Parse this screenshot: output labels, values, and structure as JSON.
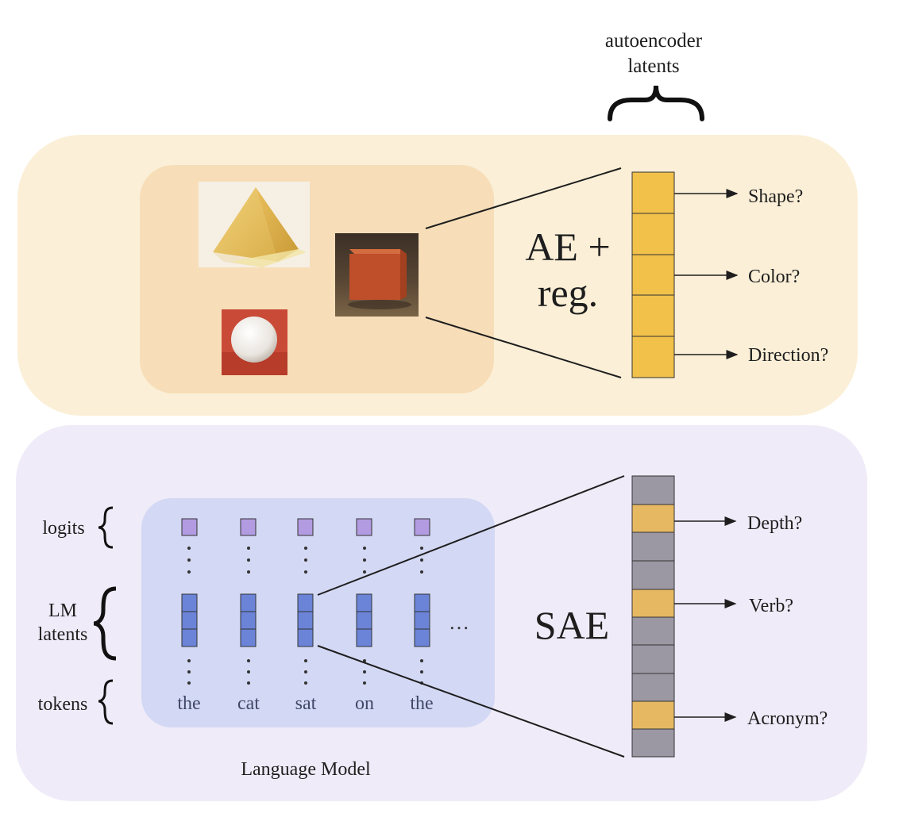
{
  "header": {
    "autoencoder_title": "autoencoder latents"
  },
  "top_panel": {
    "method_label_line1": "AE +",
    "method_label_line2": "reg.",
    "outputs": [
      "Shape?",
      "Color?",
      "Direction?"
    ],
    "latent_color": "#f2c14a",
    "background": "#fbefd7",
    "inner_background": "#f7deb8",
    "images": [
      "pyramid",
      "cube",
      "sphere"
    ]
  },
  "bottom_panel": {
    "method_label": "SAE",
    "caption": "Language Model",
    "row_labels": {
      "logits": "logits",
      "lm_latents_line1": "LM",
      "lm_latents_line2": "latents",
      "tokens": "tokens"
    },
    "tokens": [
      "the",
      "cat",
      "sat",
      "on",
      "the"
    ],
    "ellipsis": "…",
    "outputs": [
      "Depth?",
      "Verb?",
      "Acronym?"
    ],
    "sae_cells": [
      "gray",
      "gold",
      "gray",
      "gray",
      "gold",
      "gray",
      "gray",
      "gray",
      "gold",
      "gray"
    ],
    "colors": {
      "gray": "#9b98a4",
      "gold": "#e7b862",
      "logit": "#b39be2",
      "latent": "#6b84d8"
    },
    "background": "#efebf8",
    "inner_background": "#d3d8f4"
  }
}
